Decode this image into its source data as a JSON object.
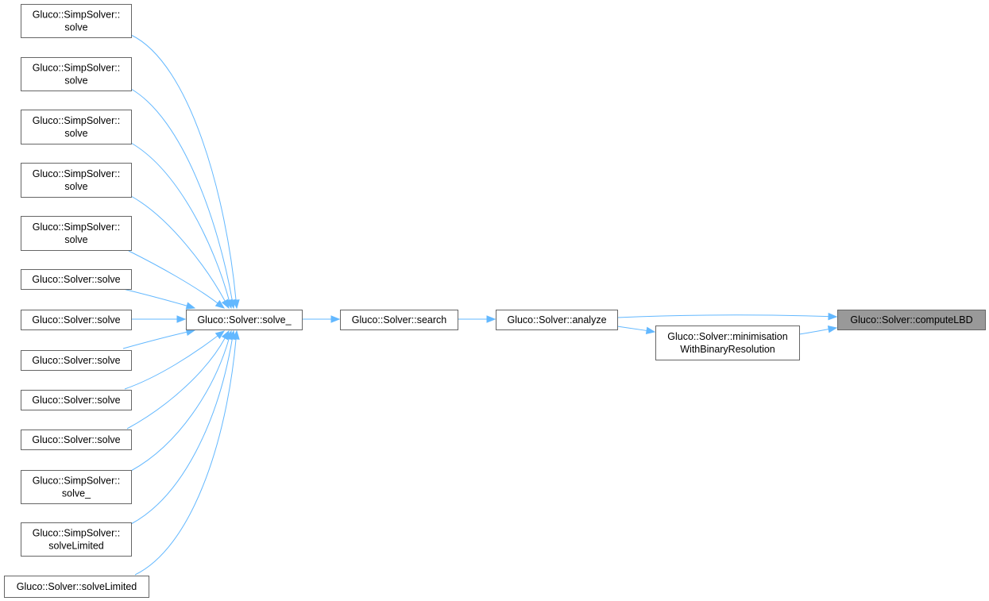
{
  "diagram": {
    "type": "call-graph",
    "edge_color": "#63b8ff",
    "highlight_fill": "#999999",
    "nodes": [
      {
        "id": "n1",
        "lines": [
          "Gluco::SimpSolver::",
          "solve"
        ]
      },
      {
        "id": "n2",
        "lines": [
          "Gluco::SimpSolver::",
          "solve"
        ]
      },
      {
        "id": "n3",
        "lines": [
          "Gluco::SimpSolver::",
          "solve"
        ]
      },
      {
        "id": "n4",
        "lines": [
          "Gluco::SimpSolver::",
          "solve"
        ]
      },
      {
        "id": "n5",
        "lines": [
          "Gluco::SimpSolver::",
          "solve"
        ]
      },
      {
        "id": "n6",
        "lines": [
          "Gluco::Solver::solve"
        ]
      },
      {
        "id": "n7",
        "lines": [
          "Gluco::Solver::solve"
        ]
      },
      {
        "id": "n8",
        "lines": [
          "Gluco::Solver::solve"
        ]
      },
      {
        "id": "n9",
        "lines": [
          "Gluco::Solver::solve"
        ]
      },
      {
        "id": "n10",
        "lines": [
          "Gluco::Solver::solve"
        ]
      },
      {
        "id": "n11",
        "lines": [
          "Gluco::SimpSolver::",
          "solve_"
        ]
      },
      {
        "id": "n12",
        "lines": [
          "Gluco::SimpSolver::",
          "solveLimited"
        ]
      },
      {
        "id": "n13",
        "lines": [
          "Gluco::Solver::solveLimited"
        ]
      },
      {
        "id": "solve_",
        "lines": [
          "Gluco::Solver::solve_"
        ]
      },
      {
        "id": "search",
        "lines": [
          "Gluco::Solver::search"
        ]
      },
      {
        "id": "analyze",
        "lines": [
          "Gluco::Solver::analyze"
        ]
      },
      {
        "id": "minim",
        "lines": [
          "Gluco::Solver::minimisation",
          "WithBinaryResolution"
        ]
      },
      {
        "id": "lbd",
        "lines": [
          "Gluco::Solver::computeLBD"
        ],
        "highlight": true
      }
    ],
    "edges": [
      {
        "from": "n1",
        "to": "solve_"
      },
      {
        "from": "n2",
        "to": "solve_"
      },
      {
        "from": "n3",
        "to": "solve_"
      },
      {
        "from": "n4",
        "to": "solve_"
      },
      {
        "from": "n5",
        "to": "solve_"
      },
      {
        "from": "n6",
        "to": "solve_"
      },
      {
        "from": "n7",
        "to": "solve_"
      },
      {
        "from": "n8",
        "to": "solve_"
      },
      {
        "from": "n9",
        "to": "solve_"
      },
      {
        "from": "n10",
        "to": "solve_"
      },
      {
        "from": "n11",
        "to": "solve_"
      },
      {
        "from": "n12",
        "to": "solve_"
      },
      {
        "from": "n13",
        "to": "solve_"
      },
      {
        "from": "solve_",
        "to": "search"
      },
      {
        "from": "search",
        "to": "analyze"
      },
      {
        "from": "analyze",
        "to": "lbd"
      },
      {
        "from": "analyze",
        "to": "minim"
      },
      {
        "from": "minim",
        "to": "lbd"
      }
    ]
  }
}
